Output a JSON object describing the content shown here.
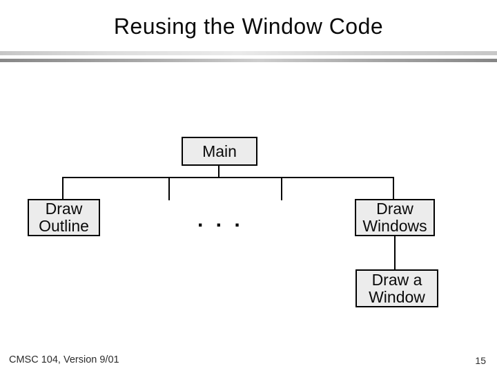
{
  "slide": {
    "title": "Reusing the Window Code",
    "footer": "CMSC 104, Version 9/01",
    "page_number": "15"
  },
  "diagram": {
    "type": "hierarchy-tree",
    "nodes": [
      {
        "id": "main",
        "lines": [
          "Main"
        ]
      },
      {
        "id": "draw-outline",
        "lines": [
          "Draw",
          "Outline"
        ]
      },
      {
        "id": "ellipsis",
        "lines": [
          ". . ."
        ]
      },
      {
        "id": "draw-windows",
        "lines": [
          "Draw",
          "Windows"
        ]
      },
      {
        "id": "draw-a-window",
        "lines": [
          "Draw a",
          "Window"
        ]
      }
    ],
    "edges": [
      {
        "from": "main",
        "to": "draw-outline"
      },
      {
        "from": "main",
        "to": "ellipsis"
      },
      {
        "from": "main",
        "to": "draw-windows"
      },
      {
        "from": "draw-windows",
        "to": "draw-a-window"
      }
    ]
  },
  "colors": {
    "background": "#ffffff",
    "text": "#000000",
    "node_fill": "#ececec",
    "node_border": "#000000",
    "divider_light": "#dedede",
    "divider_dark": "#8f8f8f"
  }
}
